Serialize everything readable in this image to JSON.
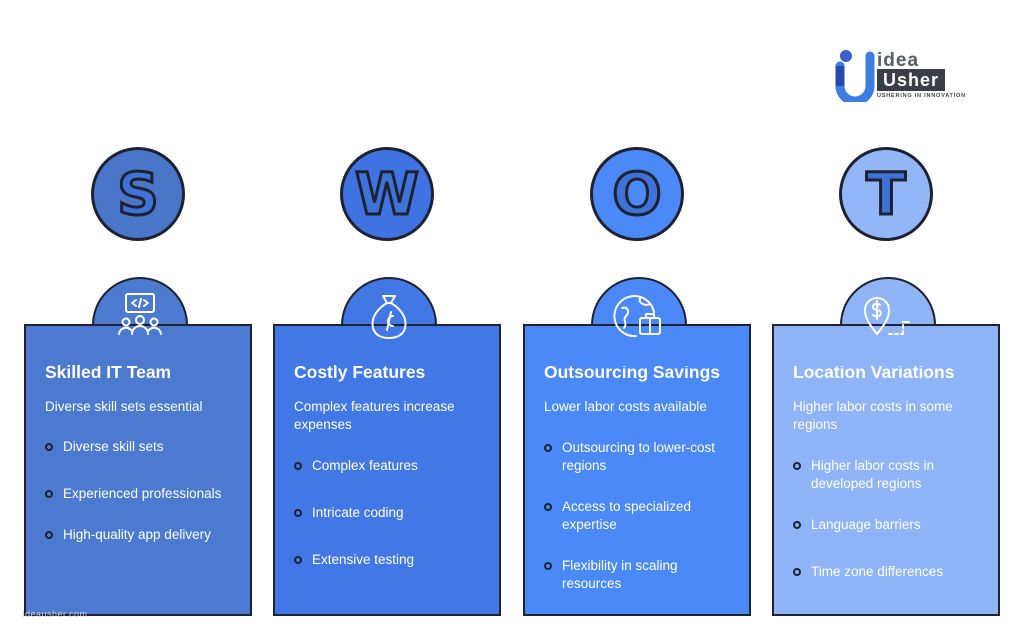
{
  "logo": {
    "word1": "idea",
    "word2": "Usher",
    "tagline": "USHERING IN INNOVATION",
    "icon": "ideausher-logo-mark"
  },
  "letters": [
    "S",
    "W",
    "O",
    "T"
  ],
  "colors": {
    "card_s": "#4b7ad0",
    "card_w": "#4278e6",
    "card_o": "#4a89f7",
    "card_t": "#8fb4f8",
    "circle_s": "#4a76c9",
    "circle_w": "#3f73e2",
    "circle_o": "#4a89f7",
    "circle_t": "#92b6f8",
    "outline": "#1e2130"
  },
  "cards": [
    {
      "icon": "developer-team-icon",
      "title": "Skilled IT Team",
      "subtitle": "Diverse skill sets essential",
      "bullets": [
        "Diverse skill sets",
        "Experienced professionals",
        "High-quality app delivery"
      ]
    },
    {
      "icon": "money-bag-icon",
      "title": "Costly Features",
      "subtitle": "Complex features increase expenses",
      "bullets": [
        "Complex features",
        "Intricate coding",
        "Extensive testing"
      ]
    },
    {
      "icon": "globe-briefcase-icon",
      "title": "Outsourcing Savings",
      "subtitle": "Lower labor costs available",
      "bullets": [
        "Outsourcing to lower-cost regions",
        "Access to specialized expertise",
        "Flexibility in scaling resources"
      ]
    },
    {
      "icon": "location-pin-dollar-icon",
      "title": "Location Variations",
      "subtitle": "Higher labor costs in some regions",
      "bullets": [
        "Higher labor costs in developed regions",
        "Language barriers",
        "Time zone differences"
      ]
    }
  ],
  "watermark": "Ideausher.com"
}
